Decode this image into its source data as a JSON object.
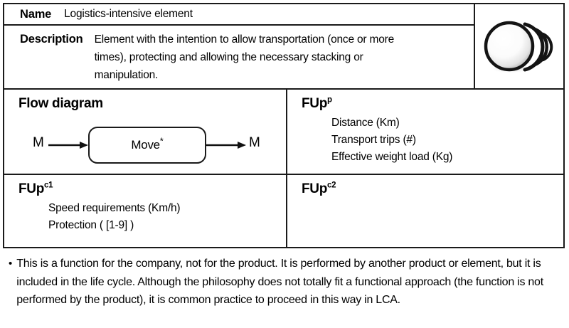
{
  "card": {
    "name": {
      "label": "Name",
      "value": "Logistics-intensive element"
    },
    "description": {
      "label": "Description",
      "value": "Element with the intention to allow transportation (once or more times), protecting and allowing the necessary stacking or manipulation."
    },
    "icon": {
      "name": "moving-sphere-icon",
      "description": "sphere with motion trail arcs"
    },
    "flow_diagram": {
      "title": "Flow diagram",
      "input_label": "M",
      "output_label": "M",
      "process_label": "Move",
      "process_superscript": "*"
    },
    "fup_p": {
      "title_base": "FUp",
      "title_sup": "p",
      "items": [
        "Distance (Km)",
        "Transport trips (#)",
        "Effective weight load (Kg)"
      ]
    },
    "fup_c1": {
      "title_base": "FUp",
      "title_sup": "c1",
      "items": [
        "Speed requirements (Km/h)",
        "Protection ( [1-9] )"
      ]
    },
    "fup_c2": {
      "title_base": "FUp",
      "title_sup": "c2",
      "items": []
    }
  },
  "footnote": {
    "bullet": "•",
    "text": "This is a function for the company, not for the product. It is performed by another product or element, but it is included in the life cycle. Although the philosophy does not totally fit a functional approach (the function is not performed by the product), it is common practice to proceed in this way in LCA."
  },
  "colors": {
    "border": "#1a1a1a",
    "background": "#ffffff",
    "text": "#000000"
  }
}
